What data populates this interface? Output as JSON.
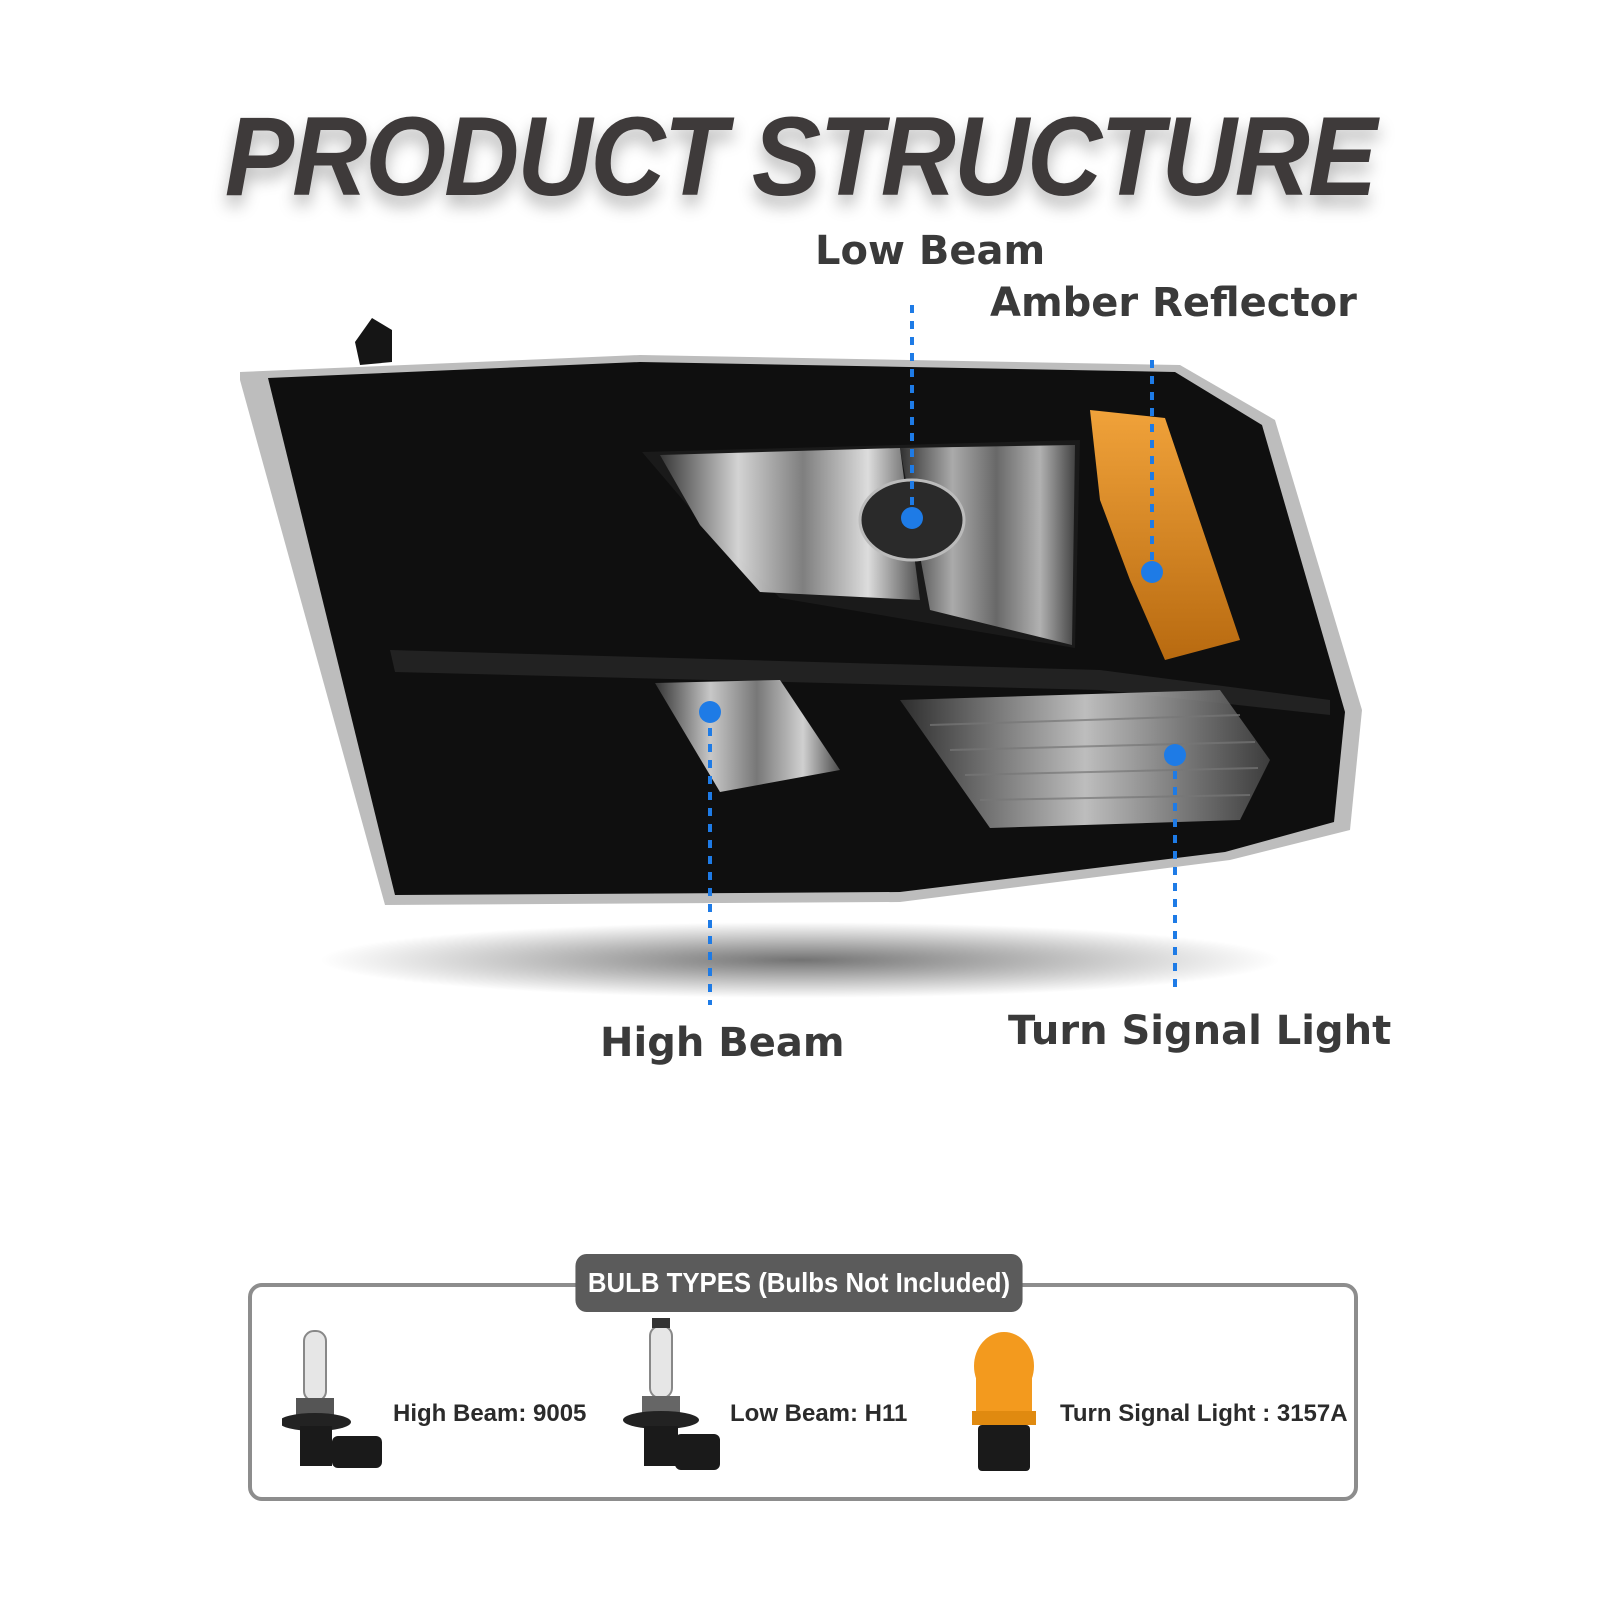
{
  "title": "PRODUCT STRUCTURE",
  "callouts": {
    "low_beam": "Low Beam",
    "amber_reflector": "Amber Reflector",
    "high_beam": "High Beam",
    "turn_signal": "Turn Signal Light"
  },
  "bulb_types": {
    "header": "BULB TYPES (Bulbs Not Included)",
    "items": [
      {
        "label": "High Beam: 9005",
        "icon": "halogen-9005-bulb-icon"
      },
      {
        "label": "Low Beam: H11",
        "icon": "halogen-h11-bulb-icon"
      },
      {
        "label": "Turn Signal Light : 3157A",
        "icon": "amber-3157a-bulb-icon"
      }
    ]
  },
  "colors": {
    "accent_blue": "#1e7be6",
    "amber": "#d9861a",
    "housing": "#111111"
  }
}
